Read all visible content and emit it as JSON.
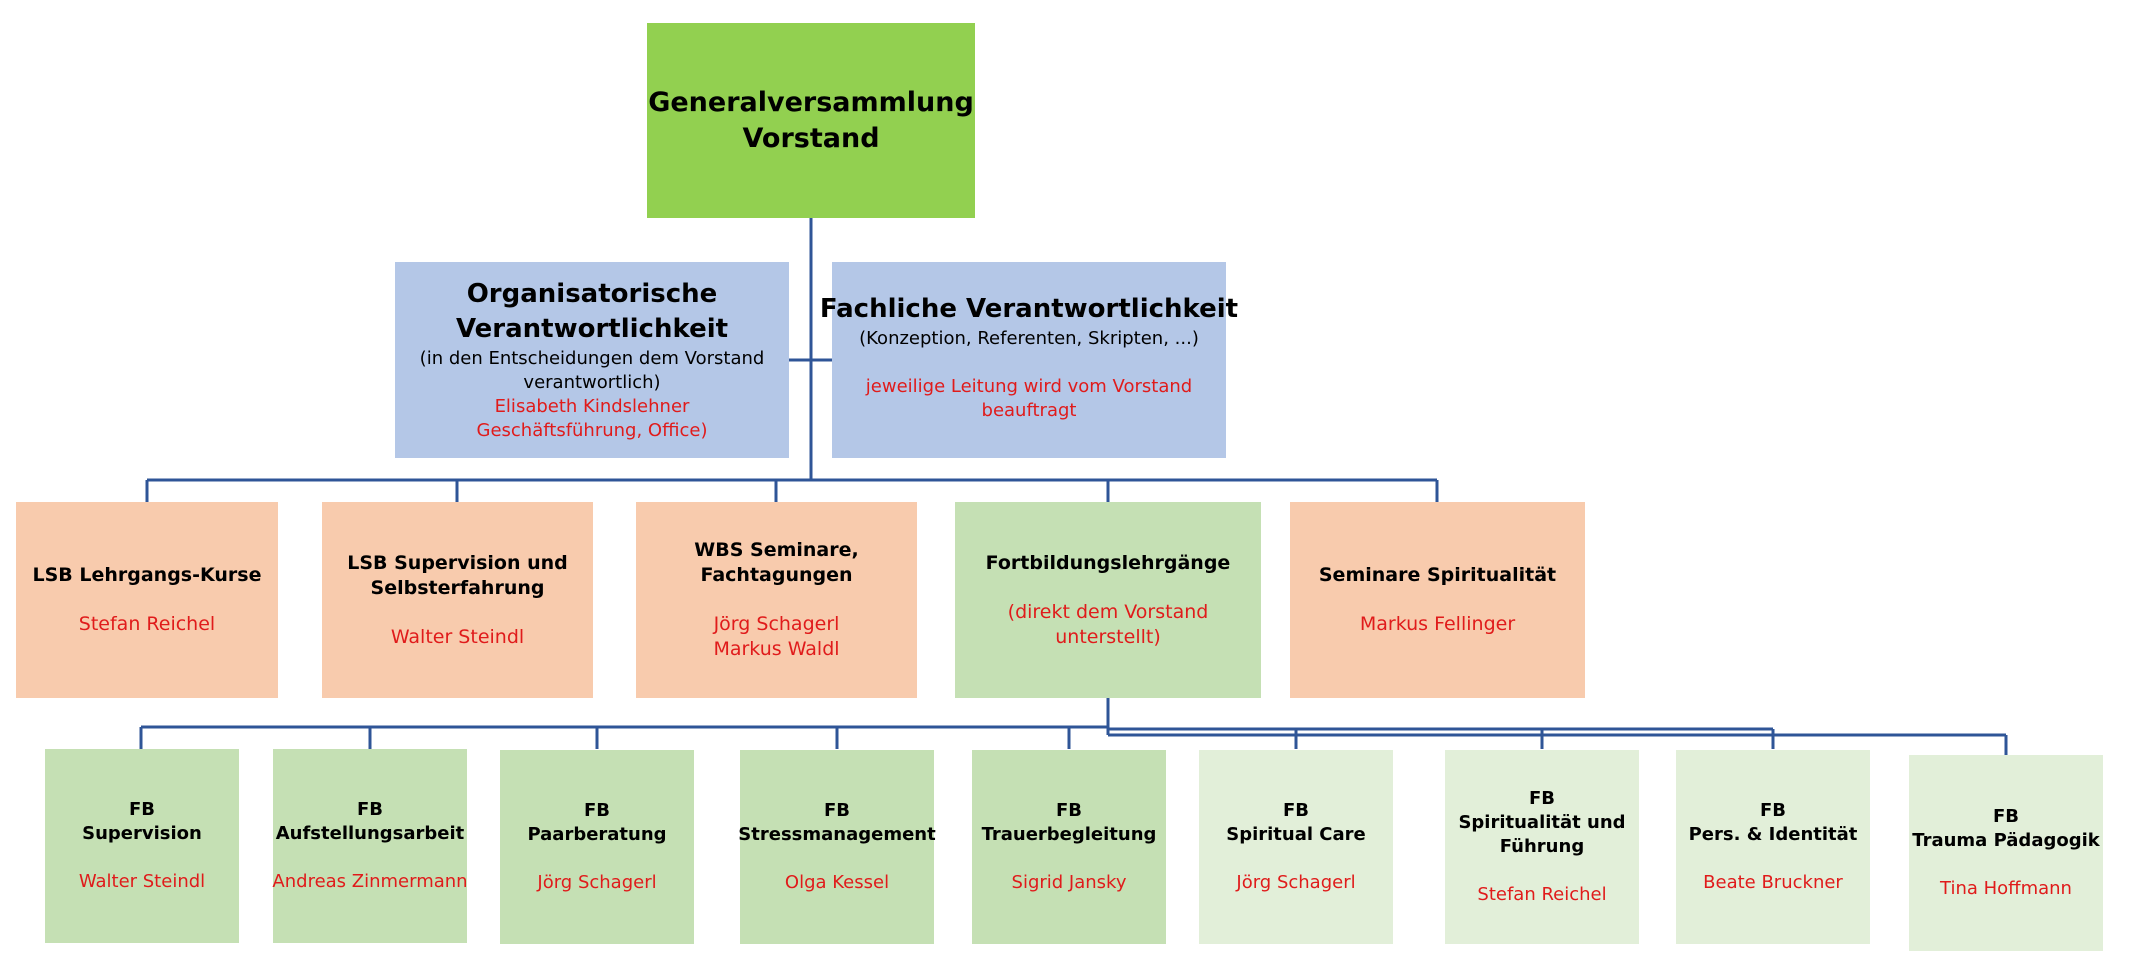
{
  "colors": {
    "connector": "#2f5597",
    "top_fill": "#92d050",
    "blue_fill": "#b4c7e7",
    "orange_fill": "#f8cbad",
    "green_fill": "#c5e0b4",
    "light_green_fill": "#e2efd9",
    "person_text": "#e01b1b"
  },
  "top": {
    "line1": "Generalversammlung",
    "line2": "Vorstand"
  },
  "org": {
    "title1": "Organisatorische",
    "title2": "Verantwortlichkeit",
    "sub1": "(in den Entscheidungen dem Vorstand",
    "sub2": "verantwortlich)",
    "person1": "Elisabeth Kindslehner",
    "person2": "Geschäftsführung, Office)"
  },
  "fach": {
    "title": "Fachliche Verantwortlichkeit",
    "sub": "(Konzeption, Referenten, Skripten, ...)",
    "note1": "jeweilige Leitung wird vom Vorstand",
    "note2": "beauftragt"
  },
  "level3": [
    {
      "name": [
        "LSB Lehrgangs-Kurse"
      ],
      "person": [
        "Stefan Reichel"
      ]
    },
    {
      "name": [
        "LSB Supervision und",
        "Selbsterfahrung"
      ],
      "person": [
        "Walter Steindl"
      ]
    },
    {
      "name": [
        "WBS Seminare,",
        "Fachtagungen"
      ],
      "person": [
        "Jörg Schagerl",
        "Markus Waldl"
      ]
    },
    {
      "name": [
        "Fortbildungslehrgänge"
      ],
      "person": [
        "(direkt dem Vorstand",
        "unterstellt)"
      ]
    },
    {
      "name": [
        "Seminare Spiritualität"
      ],
      "person": [
        "Markus Fellinger"
      ]
    }
  ],
  "level4": [
    {
      "name": [
        "FB",
        "Supervision"
      ],
      "person": "Walter Steindl"
    },
    {
      "name": [
        "FB",
        "Aufstellungsarbeit"
      ],
      "person": "Andreas Zinmermann"
    },
    {
      "name": [
        "FB",
        "Paarberatung"
      ],
      "person": "Jörg Schagerl"
    },
    {
      "name": [
        "FB",
        "Stressmanagement"
      ],
      "person": "Olga Kessel"
    },
    {
      "name": [
        "FB",
        "Trauerbegleitung"
      ],
      "person": "Sigrid Jansky"
    },
    {
      "name": [
        "FB",
        "Spiritual Care"
      ],
      "person": "Jörg Schagerl"
    },
    {
      "name": [
        "FB",
        "Spiritualität und",
        "Führung"
      ],
      "person": "Stefan Reichel"
    },
    {
      "name": [
        "FB",
        "Pers. & Identität"
      ],
      "person": "Beate Bruckner"
    },
    {
      "name": [
        "FB",
        "Trauma Pädagogik"
      ],
      "person": "Tina Hoffmann"
    }
  ]
}
